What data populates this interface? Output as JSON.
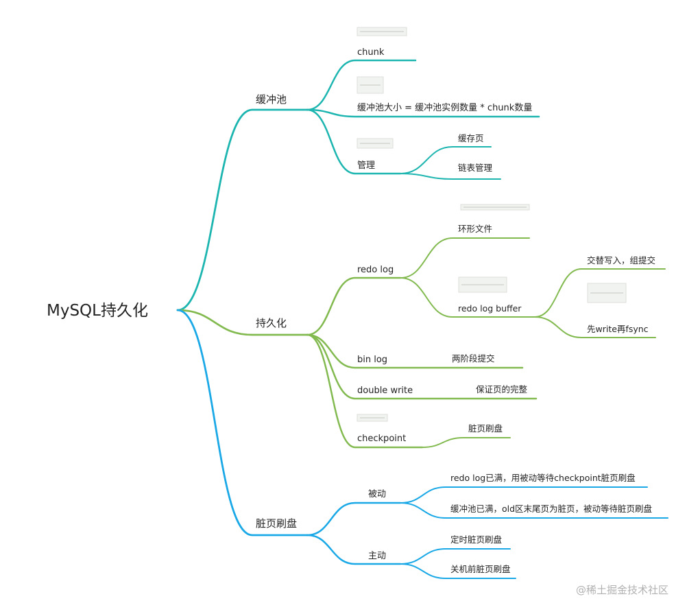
{
  "root": {
    "label": "MySQL持久化"
  },
  "colors": {
    "teal": "#1db5b0",
    "green": "#82ba50",
    "blue": "#1aa8e6"
  },
  "branches": [
    {
      "label": "缓冲池",
      "color": "teal",
      "children": [
        {
          "label": "chunk",
          "has_image": true,
          "children": []
        },
        {
          "label": "缓冲池大小 = 缓冲池实例数量 * chunk数量",
          "has_image": true,
          "children": []
        },
        {
          "label": "管理",
          "has_image": true,
          "children": [
            {
              "label": "缓存页"
            },
            {
              "label": "链表管理"
            }
          ]
        }
      ]
    },
    {
      "label": "持久化",
      "color": "green",
      "children": [
        {
          "label": "redo log",
          "has_image": false,
          "children": [
            {
              "label": "环形文件",
              "has_image": true,
              "children": []
            },
            {
              "label": "redo log buffer",
              "has_image": true,
              "children": [
                {
                  "label": "交替写入，组提交"
                },
                {
                  "label": "先write再fsync",
                  "has_image": true
                }
              ]
            }
          ]
        },
        {
          "label": "bin log",
          "children": [
            {
              "label": "两阶段提交"
            }
          ]
        },
        {
          "label": "double write",
          "children": [
            {
              "label": "保证页的完整"
            }
          ]
        },
        {
          "label": "checkpoint",
          "has_image": true,
          "children": [
            {
              "label": "脏页刷盘"
            }
          ]
        }
      ]
    },
    {
      "label": "脏页刷盘",
      "color": "blue",
      "children": [
        {
          "label": "被动",
          "children": [
            {
              "label": "redo log已满，用被动等待checkpoint脏页刷盘"
            },
            {
              "label": "缓冲池已满，old区末尾页为脏页，被动等待脏页刷盘"
            }
          ]
        },
        {
          "label": "主动",
          "children": [
            {
              "label": "定时脏页刷盘"
            },
            {
              "label": "关机前脏页刷盘"
            }
          ]
        }
      ]
    }
  ],
  "watermark": "@稀土掘金技术社区"
}
